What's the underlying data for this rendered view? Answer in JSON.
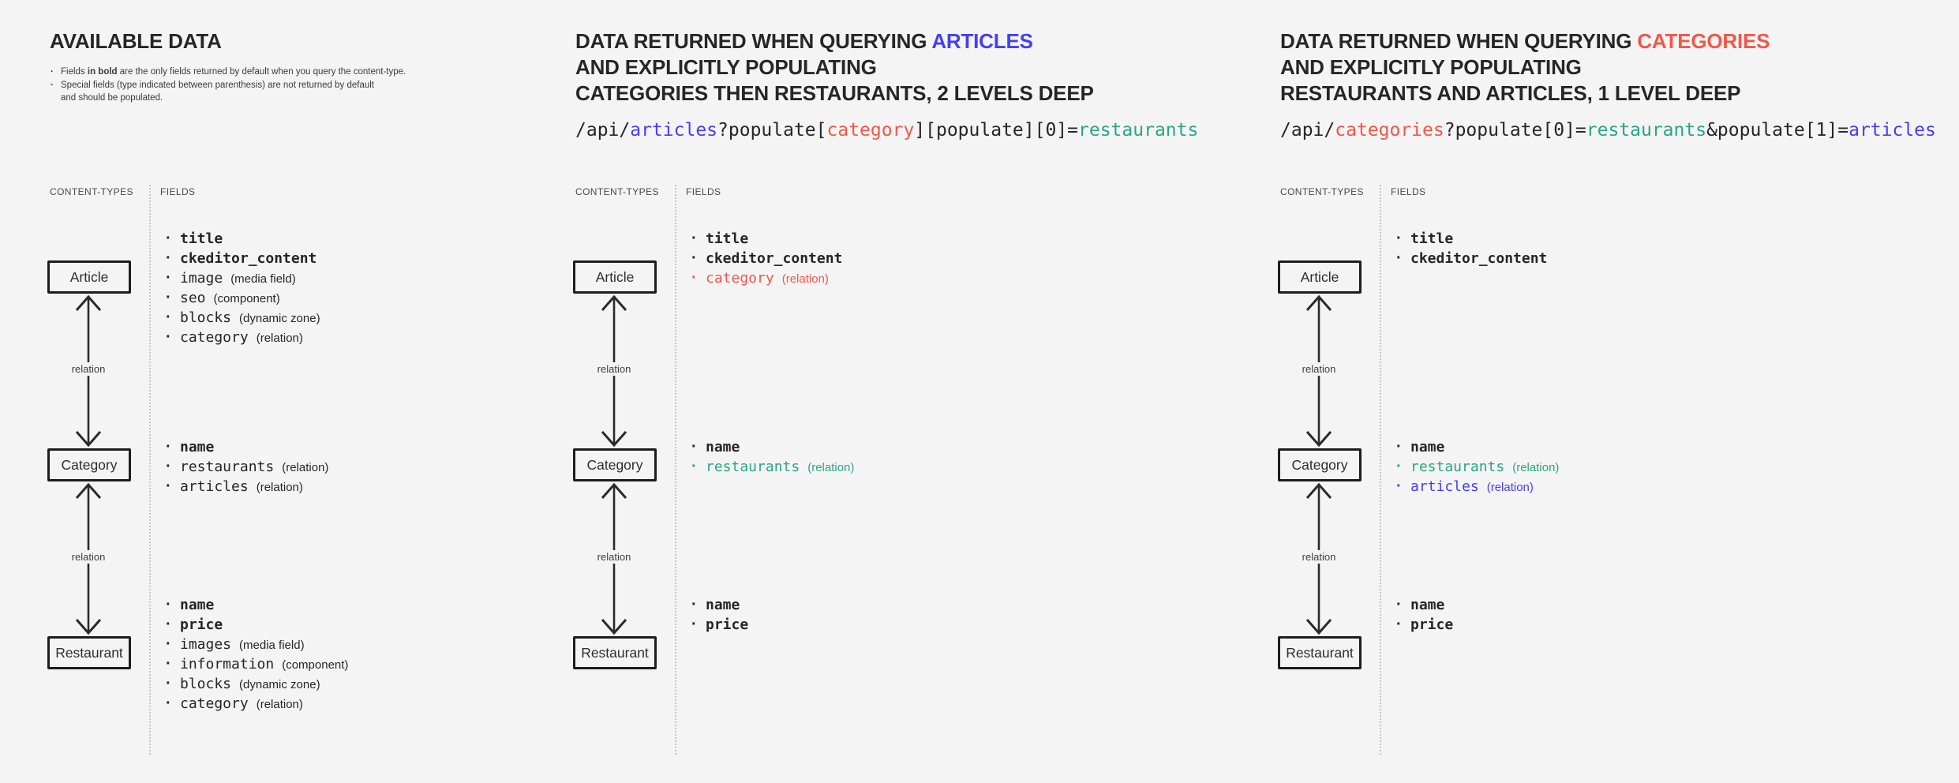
{
  "colors": {
    "background": "#f4f4f4",
    "text": "#262626",
    "blue": "#4440f0",
    "red": "#ef5849",
    "green": "#2aa586"
  },
  "panels": [
    {
      "name": "available-data",
      "heading": [
        [
          {
            "text": "AVAILABLE DATA",
            "color": "dark"
          }
        ]
      ],
      "notes": [
        {
          "parts": [
            {
              "t": "Fields "
            },
            {
              "t": "in bold",
              "b": true
            },
            {
              "t": " are the only fields returned by default when you query the content-type."
            }
          ]
        },
        {
          "parts": [
            {
              "t": "Special fields (type indicated between parenthesis) are not returned by default\nand should be populated."
            }
          ]
        }
      ],
      "code": null,
      "columns": {
        "left": "CONTENT-TYPES",
        "right": "FIELDS"
      },
      "relation_label": "relation",
      "types": [
        {
          "label": "Article",
          "color": "dark",
          "fields": [
            {
              "name": "title",
              "bold": true,
              "type": "",
              "color": "dark"
            },
            {
              "name": "ckeditor_content",
              "bold": true,
              "type": "",
              "color": "dark"
            },
            {
              "name": "image",
              "bold": false,
              "type": "(media field)",
              "color": "dark"
            },
            {
              "name": "seo",
              "bold": false,
              "type": "(component)",
              "color": "dark"
            },
            {
              "name": "blocks",
              "bold": false,
              "type": "(dynamic zone)",
              "color": "dark"
            },
            {
              "name": "category",
              "bold": false,
              "type": "(relation)",
              "color": "dark"
            }
          ]
        },
        {
          "label": "Category",
          "color": "dark",
          "fields": [
            {
              "name": "name",
              "bold": true,
              "type": "",
              "color": "dark"
            },
            {
              "name": "restaurants",
              "bold": false,
              "type": "(relation)",
              "color": "dark"
            },
            {
              "name": "articles",
              "bold": false,
              "type": "(relation)",
              "color": "dark"
            }
          ]
        },
        {
          "label": "Restaurant",
          "color": "dark",
          "fields": [
            {
              "name": "name",
              "bold": true,
              "type": "",
              "color": "dark"
            },
            {
              "name": "price",
              "bold": true,
              "type": "",
              "color": "dark"
            },
            {
              "name": "images",
              "bold": false,
              "type": "(media field)",
              "color": "dark"
            },
            {
              "name": "information",
              "bold": false,
              "type": "(component)",
              "color": "dark"
            },
            {
              "name": "blocks",
              "bold": false,
              "type": "(dynamic zone)",
              "color": "dark"
            },
            {
              "name": "category",
              "bold": false,
              "type": "(relation)",
              "color": "dark"
            }
          ]
        }
      ]
    },
    {
      "name": "query-articles",
      "heading": [
        [
          {
            "text": "DATA RETURNED WHEN QUERYING ",
            "color": "dark"
          },
          {
            "text": "ARTICLES",
            "color": "blue"
          }
        ],
        [
          {
            "text": "AND EXPLICITLY POPULATING",
            "color": "dark"
          }
        ],
        [
          {
            "text": "CATEGORIES THEN RESTAURANTS, 2 LEVELS DEEP",
            "color": "dark"
          }
        ]
      ],
      "notes": null,
      "code": [
        {
          "text": "/api/",
          "color": "dark"
        },
        {
          "text": "articles",
          "color": "blue"
        },
        {
          "text": "?populate[",
          "color": "dark"
        },
        {
          "text": "category",
          "color": "red"
        },
        {
          "text": "][populate][0]=",
          "color": "dark"
        },
        {
          "text": "restaurants",
          "color": "green"
        }
      ],
      "columns": {
        "left": "CONTENT-TYPES",
        "right": "FIELDS"
      },
      "relation_label": "relation",
      "types": [
        {
          "label": "Article",
          "color": "blue",
          "fields": [
            {
              "name": "title",
              "bold": true,
              "type": "",
              "color": "dark"
            },
            {
              "name": "ckeditor_content",
              "bold": true,
              "type": "",
              "color": "dark"
            },
            {
              "name": "category",
              "bold": false,
              "type": "(relation)",
              "color": "red"
            }
          ]
        },
        {
          "label": "Category",
          "color": "red",
          "fields": [
            {
              "name": "name",
              "bold": true,
              "type": "",
              "color": "dark"
            },
            {
              "name": "restaurants",
              "bold": false,
              "type": "(relation)",
              "color": "green"
            }
          ]
        },
        {
          "label": "Restaurant",
          "color": "green",
          "fields": [
            {
              "name": "name",
              "bold": true,
              "type": "",
              "color": "dark"
            },
            {
              "name": "price",
              "bold": true,
              "type": "",
              "color": "dark"
            }
          ]
        }
      ]
    },
    {
      "name": "query-categories",
      "heading": [
        [
          {
            "text": "DATA RETURNED WHEN QUERYING ",
            "color": "dark"
          },
          {
            "text": "CATEGORIES",
            "color": "red"
          }
        ],
        [
          {
            "text": "AND EXPLICITLY POPULATING",
            "color": "dark"
          }
        ],
        [
          {
            "text": "RESTAURANTS AND ARTICLES, 1 LEVEL DEEP",
            "color": "dark"
          }
        ]
      ],
      "notes": null,
      "code": [
        {
          "text": "/api/",
          "color": "dark"
        },
        {
          "text": "categories",
          "color": "red"
        },
        {
          "text": "?populate[0]=",
          "color": "dark"
        },
        {
          "text": "restaurants",
          "color": "green"
        },
        {
          "text": "&populate[1]=",
          "color": "dark"
        },
        {
          "text": "articles",
          "color": "blue"
        }
      ],
      "columns": {
        "left": "CONTENT-TYPES",
        "right": "FIELDS"
      },
      "relation_label": "relation",
      "types": [
        {
          "label": "Article",
          "color": "blue",
          "fields": [
            {
              "name": "title",
              "bold": true,
              "type": "",
              "color": "dark"
            },
            {
              "name": "ckeditor_content",
              "bold": true,
              "type": "",
              "color": "dark"
            }
          ]
        },
        {
          "label": "Category",
          "color": "red",
          "fields": [
            {
              "name": "name",
              "bold": true,
              "type": "",
              "color": "dark"
            },
            {
              "name": "restaurants",
              "bold": false,
              "type": "(relation)",
              "color": "green"
            },
            {
              "name": "articles",
              "bold": false,
              "type": "(relation)",
              "color": "blue"
            }
          ]
        },
        {
          "label": "Restaurant",
          "color": "green",
          "fields": [
            {
              "name": "name",
              "bold": true,
              "type": "",
              "color": "dark"
            },
            {
              "name": "price",
              "bold": true,
              "type": "",
              "color": "dark"
            }
          ]
        }
      ]
    }
  ]
}
